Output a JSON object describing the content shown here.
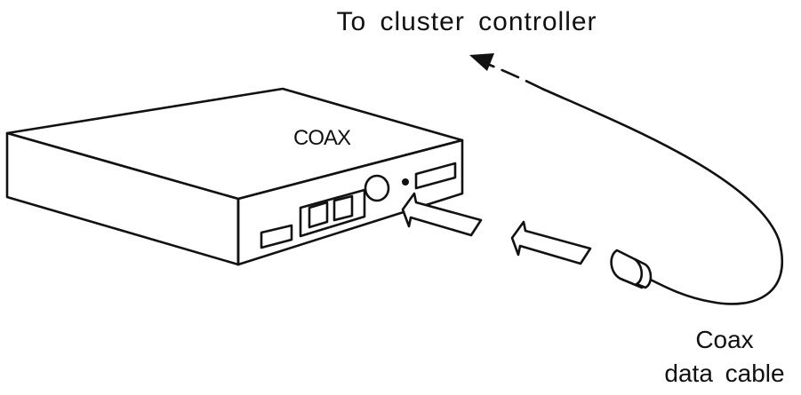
{
  "labels": {
    "destination": "To cluster controller",
    "port": "COAX",
    "cable_line1": "Coax",
    "cable_line2": "data cable"
  },
  "colors": {
    "ink": "#111111",
    "background": "#ffffff"
  }
}
